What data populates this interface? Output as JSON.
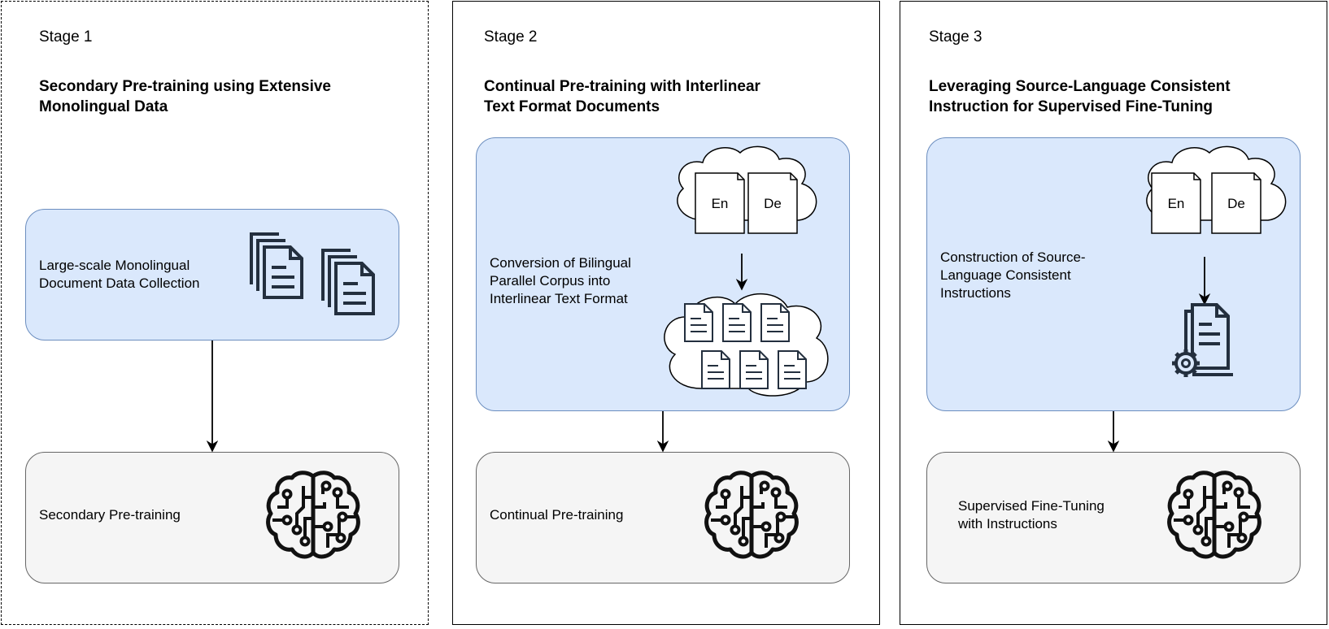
{
  "stages": [
    {
      "label": "Stage 1",
      "title": "Secondary Pre-training using Extensive\nMonolingual Data",
      "top_box_text": "Large-scale Monolingual\nDocument Data Collection",
      "bottom_box_text": "Secondary Pre-training"
    },
    {
      "label": "Stage 2",
      "title": "Continual Pre-training with Interlinear\nText Format Documents",
      "top_box_text": "Conversion of Bilingual\nParallel Corpus into\nInterlinear Text Format",
      "bottom_box_text": "Continual Pre-training",
      "doc_labels": [
        "En",
        "De"
      ]
    },
    {
      "label": "Stage 3",
      "title": "Leveraging Source-Language Consistent\nInstruction for Supervised Fine-Tuning",
      "top_box_text": "Construction of Source-\nLanguage Consistent\nInstructions",
      "bottom_box_text": "Supervised Fine-Tuning\nwith Instructions",
      "doc_labels": [
        "En",
        "De"
      ]
    }
  ],
  "colors": {
    "process_fill": "#dae8fc",
    "process_stroke": "#6c8ebf",
    "model_fill": "#f5f5f5",
    "model_stroke": "#666666",
    "icon": "#232f3e"
  },
  "icons": [
    "document-stack-icon",
    "cloud-icon",
    "document-icon",
    "brain-circuit-icon",
    "document-gear-icon"
  ]
}
